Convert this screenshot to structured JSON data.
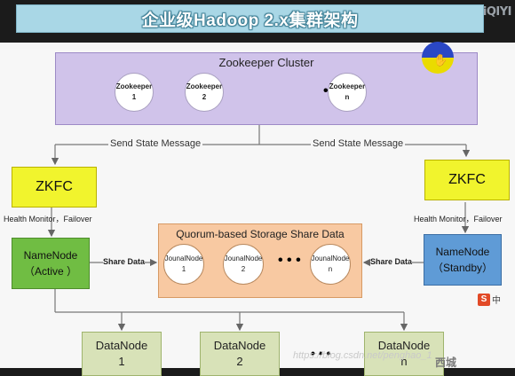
{
  "title": "企业级Hadoop 2.x集群架构",
  "brand_logo": "iQIYI",
  "zookeeper_cluster": {
    "label": "Zookeeper Cluster",
    "nodes": [
      {
        "name": "Zookeeper",
        "index": "1"
      },
      {
        "name": "Zookeeper",
        "index": "2"
      },
      {
        "name": "Zookeeper",
        "index": "n"
      }
    ],
    "ellipsis": "• • •"
  },
  "messages": {
    "left": "Send State Message",
    "right": "Send State Message"
  },
  "zkfc": {
    "left": "ZKFC",
    "right": "ZKFC",
    "left_health": "Health Monitor，Failover",
    "right_health": "Health Monitor，Failover"
  },
  "namenode_active": {
    "name": "NameNode",
    "state": "（Active ）"
  },
  "namenode_standby": {
    "name": "NameNode",
    "state": "（Standby）"
  },
  "quorum": {
    "label": "Quorum-based Storage Share Data",
    "nodes": [
      {
        "name": "JounalNode",
        "index": "1"
      },
      {
        "name": "JounalNode",
        "index": "2"
      },
      {
        "name": "JounalNode",
        "index": "n"
      }
    ],
    "ellipsis": "• • •"
  },
  "share_data": {
    "left": "Share Data",
    "right": "Share Data"
  },
  "datanodes": [
    {
      "name": "DataNode",
      "index": "1"
    },
    {
      "name": "DataNode",
      "index": "2"
    },
    {
      "name": "DataNode",
      "index": "n"
    }
  ],
  "datanode_ellipsis": "• • •",
  "watermark": {
    "url": "https://blog.csdn.net/penghao_1",
    "text": "西城"
  },
  "ime_badge": {
    "s": "S",
    "text": "中"
  },
  "colors": {
    "title_bg": "#a9d7e6",
    "zk_cluster": "#d0c3ea",
    "zkfc": "#f1f42d",
    "namenode_active": "#70bd43",
    "namenode_standby": "#5f9bd6",
    "quorum": "#f8c9a2",
    "datanode": "#d8e2b8"
  }
}
